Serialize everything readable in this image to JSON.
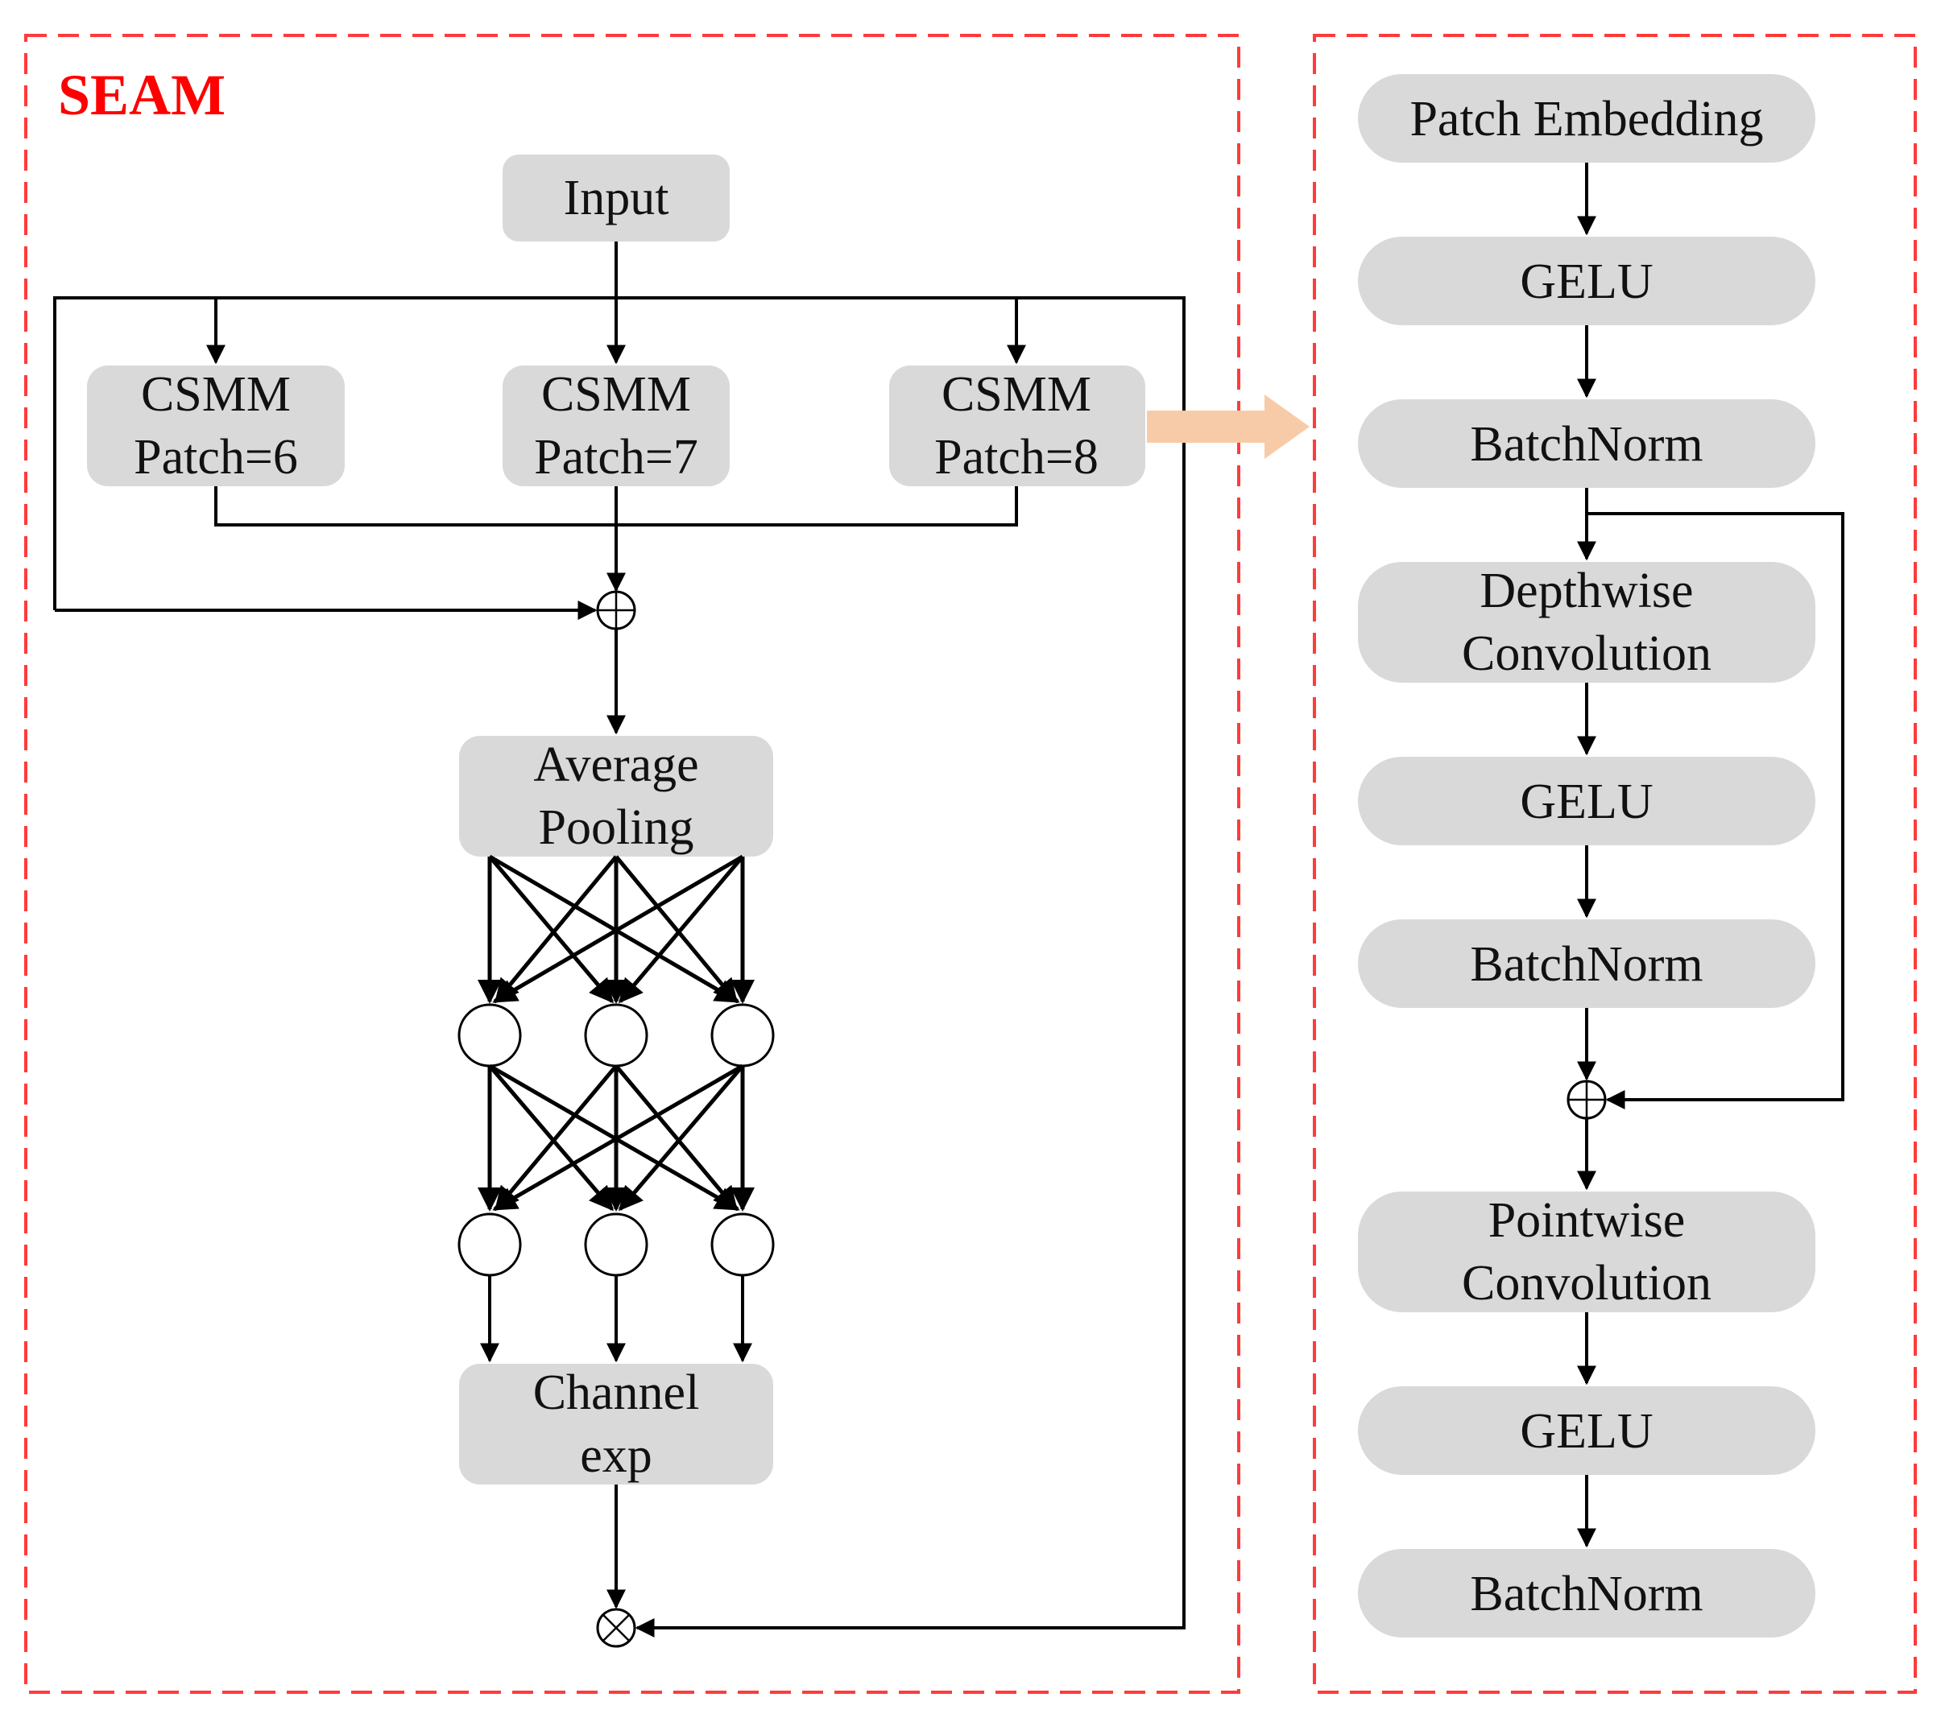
{
  "colors": {
    "frame": "#ff3b3b",
    "title": "#ff0000",
    "node_fill": "#d9d9d9",
    "line": "#000000",
    "link_arrow": "#f8cba8"
  },
  "seam": {
    "title": "SEAM",
    "input": "Input",
    "csmm": [
      {
        "line1": "CSMM",
        "line2": "Patch=6"
      },
      {
        "line1": "CSMM",
        "line2": "Patch=7"
      },
      {
        "line1": "CSMM",
        "line2": "Patch=8"
      }
    ],
    "add_op": "⊕",
    "pooling": {
      "line1": "Average",
      "line2": "Pooling"
    },
    "channel": {
      "line1": "Channel",
      "line2": "exp"
    },
    "mul_op": "⊗"
  },
  "csmm_detail": {
    "steps": [
      {
        "line1": "Patch Embedding"
      },
      {
        "line1": "GELU"
      },
      {
        "line1": "BatchNorm"
      },
      {
        "line1": "Depthwise",
        "line2": "Convolution"
      },
      {
        "line1": "GELU"
      },
      {
        "line1": "BatchNorm"
      },
      {
        "line1": "Pointwise",
        "line2": "Convolution"
      },
      {
        "line1": "GELU"
      },
      {
        "line1": "BatchNorm"
      }
    ],
    "add_op": "⊕"
  }
}
